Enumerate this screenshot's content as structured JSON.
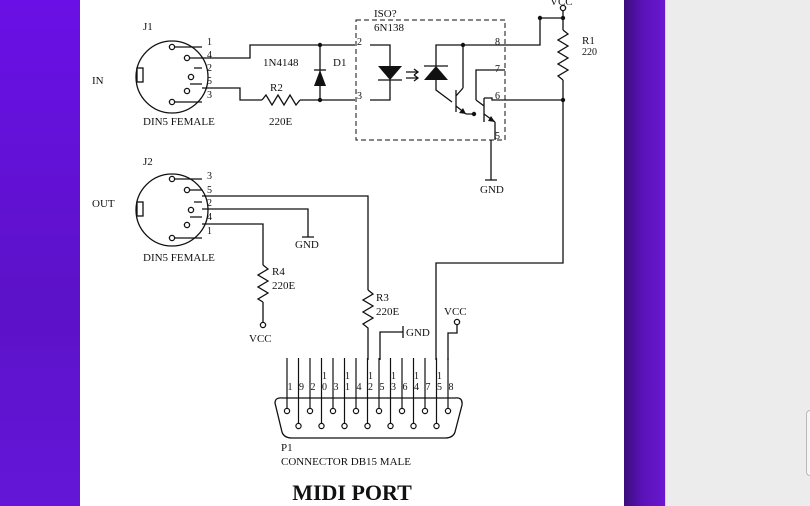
{
  "connectors": {
    "j1": {
      "ref": "J1",
      "side_label": "IN",
      "caption": "DIN5 FEMALE",
      "pins": [
        "1",
        "4",
        "2",
        "5",
        "3"
      ]
    },
    "j2": {
      "ref": "J2",
      "side_label": "OUT",
      "caption": "DIN5 FEMALE",
      "pins": [
        "3",
        "5",
        "2",
        "4",
        "1"
      ]
    }
  },
  "components": {
    "d1": {
      "ref": "D1",
      "part": "1N4148"
    },
    "r2": {
      "ref": "R2",
      "value": "220E"
    },
    "iso": {
      "ref": "ISO?",
      "part": "6N138",
      "pins": [
        "2",
        "3",
        "8",
        "7",
        "6",
        "5"
      ]
    },
    "r1": {
      "ref": "R1",
      "value": "220"
    },
    "r4": {
      "ref": "R4",
      "value": "220E"
    },
    "r3": {
      "ref": "R3",
      "value": "220E"
    }
  },
  "nets": {
    "vcc": "VCC",
    "gnd": "GND"
  },
  "db15": {
    "ref": "P1",
    "caption": "CONNECTOR DB15 MALE",
    "pins": [
      "1",
      "9",
      "2",
      "10",
      "3",
      "11",
      "4",
      "12",
      "5",
      "13",
      "6",
      "14",
      "7",
      "15",
      "8"
    ]
  },
  "title": "MIDI PORT"
}
